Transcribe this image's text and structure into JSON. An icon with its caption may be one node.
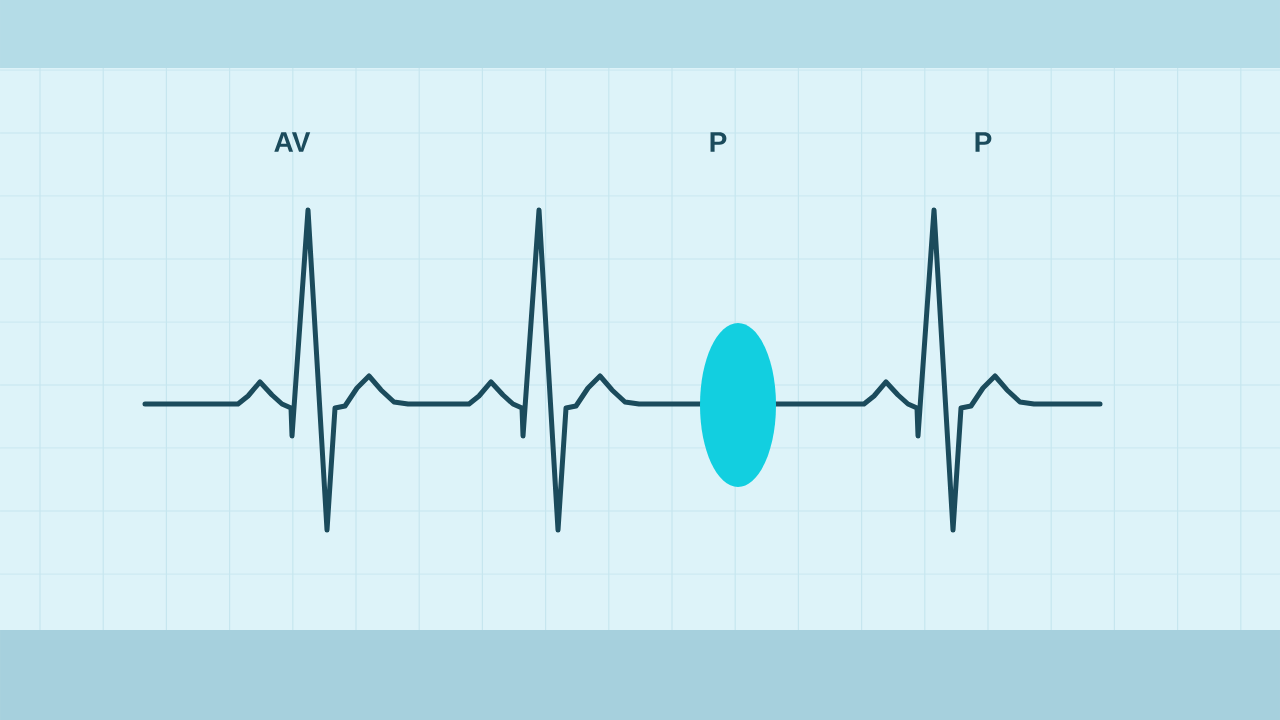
{
  "diagram": {
    "labels": [
      "AV",
      "P",
      "P"
    ]
  }
}
